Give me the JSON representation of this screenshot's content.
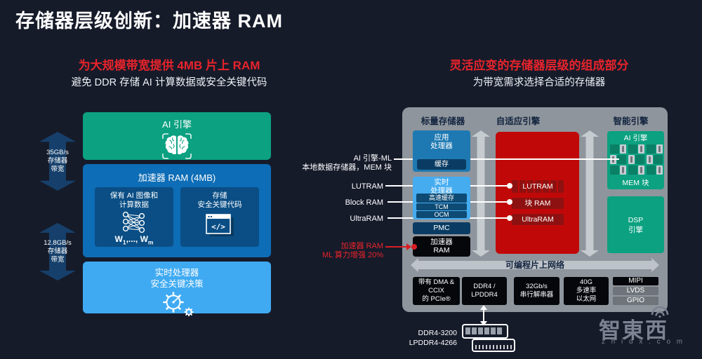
{
  "page": {
    "title": "存储器层级创新：加速器 RAM"
  },
  "left": {
    "headline": "为大规模带宽提供 4MB 片上 RAM",
    "subline": "避免 DDR 存储 AI 计算数据或安全关键代码",
    "bandwidth_top": {
      "l1": "35GB/s",
      "l2": "存储器",
      "l3": "带宽"
    },
    "bandwidth_bottom": {
      "l1": "12.8GB/s",
      "l2": "存储器",
      "l3": "带宽"
    },
    "ai_engine_label": "AI 引擎",
    "accel_ram": {
      "label": "加速器 RAM (4MB)",
      "hold_l1": "保有 AI 图像和",
      "hold_l2": "计算数据",
      "w_p1": "W",
      "w_s1": "1",
      "w_p2": ",..., W",
      "w_s2": "m",
      "store_l1": "存储",
      "store_l2": "安全关键代码",
      "code_glyph": "</>"
    },
    "rtp_l1": "实时处理器",
    "rtp_l2": "安全关键决策"
  },
  "right": {
    "headline": "灵活应变的存储器层级的组成部分",
    "subline": "为带宽需求选择合适的存储器",
    "headers": {
      "scalar": "标量存储器",
      "adaptive": "自适应引擎",
      "intelligent": "智能引擎"
    },
    "scalar": {
      "app_l1": "应用",
      "app_l2": "处理器",
      "cache": "缓存",
      "rt_l1": "实时",
      "rt_l2": "处理器",
      "hscache": "高速缓存",
      "tcm": "TCM",
      "ocm": "OCM",
      "pmc": "PMC",
      "accel_l1": "加速器",
      "accel_l2": "RAM"
    },
    "adaptive": {
      "lutram": "LUTRAM",
      "blockram": "块 RAM",
      "ultraram": "UltraRAM"
    },
    "intelligent": {
      "ai": "AI 引擎",
      "mem": "MEM 块",
      "dsp_l1": "DSP",
      "dsp_l2": "引擎"
    },
    "callouts": {
      "aiml_l1": "AI 引擎-ML",
      "aiml_l2": "本地数据存储器，MEM 块",
      "lutram": "LUTRAM",
      "blockram": "Block RAM",
      "ultraram": "UltraRAM",
      "accel_l1": "加速器 RAM",
      "accel_l2": "ML 算力增强 20%"
    },
    "noc": "可编程片上网络",
    "io": {
      "pcie_l1": "带有 DMA &",
      "pcie_l2": "CCIX",
      "pcie_l3": "的 PCIe®",
      "ddr_l1": "DDR4 /",
      "ddr_l2": "LPDDR4",
      "serdes_l1": "32Gb/s",
      "serdes_l2": "串行解串器",
      "eth_l1": "40G",
      "eth_l2": "多速率",
      "eth_l3": "以太网",
      "mipi": "MIPI",
      "lvds": "LVDS",
      "gpio": "GPIO"
    },
    "ddr_l1": "DDR4-3200",
    "ddr_l2": "LPDDR4-4266"
  },
  "logo": {
    "name": "智東西",
    "domain": "z h i d x . c o m"
  },
  "colors": {
    "background": "#161b2a",
    "accent_red": "#e8232b",
    "engine_green": "#0ba181",
    "accel_blue": "#0d6db6",
    "rtp_lightblue": "#3faaf2",
    "bandwidth_arrow": "#16406b",
    "adaptive_red": "#c10808",
    "container_gray": "#8e959c"
  }
}
